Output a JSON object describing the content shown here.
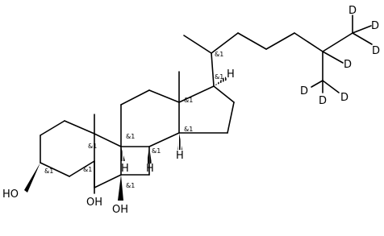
{
  "molecule": {
    "atom_labels": {
      "oh3": "HO",
      "oh5": "OH",
      "oh6": "OH",
      "h8": "H",
      "h9": "H",
      "h14": "H",
      "h17": "H",
      "d_top": "D",
      "d_right": "D",
      "d_mid": "D",
      "d_c25": "D",
      "d_bl": "D",
      "d_bm": "D",
      "d_br": "D"
    },
    "stereo_label": "&1"
  }
}
